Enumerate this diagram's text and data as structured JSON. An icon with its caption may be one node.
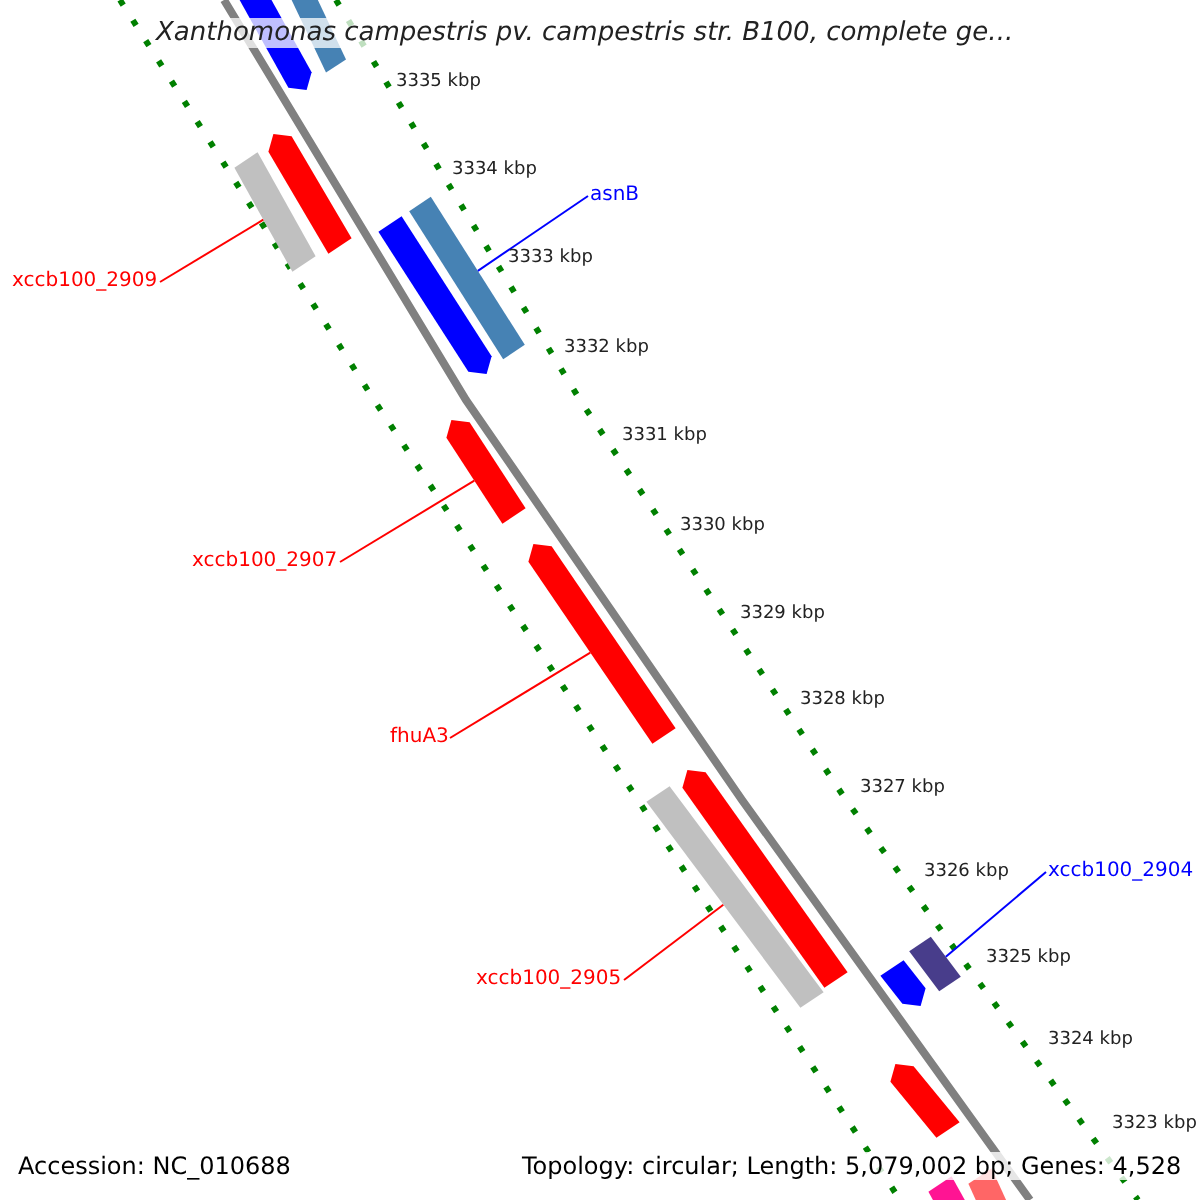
{
  "diagram": {
    "title": "Xanthomonas campestris pv. campestris str. B100, complete ge...",
    "nodes": [
      {
        "text": [
          "asnB"
        ]
      },
      {
        "text": [
          "xccb100_2909"
        ]
      },
      {
        "text": [],
        "shape": "bar"
      },
      {
        "text": [],
        "shape": "bar"
      },
      {
        "text": [
          "xccb100_2907"
        ]
      },
      {
        "text": [],
        "shape": "bar"
      },
      {
        "text": [
          "fhuA3"
        ]
      },
      {
        "text": [],
        "shape": "bar"
      },
      {
        "text": [
          "xccb100_2904"
        ]
      },
      {
        "text": [],
        "shape": "bar"
      },
      {
        "text": [
          "xccb100_2905"
        ]
      },
      {
        "text": [],
        "shape": "bar"
      },
      {
        "text": [],
        "shape": "bar"
      },
      {
        "text": [],
        "shape": "bar"
      },
      {
        "text": [],
        "shape": "bar"
      },
      {
        "text": [],
        "shape": "bar"
      },
      {
        "text": [],
        "shape": "bar"
      },
      {
        "text": [],
        "shape": "bar"
      },
      {
        "text": [],
        "shape": "bar"
      },
      {
        "text": [],
        "shape": "bar"
      },
      {
        "text": [],
        "shape": "bar"
      }
    ],
    "edges": [
      {
        "from": 0,
        "to": 3,
        "arrow": "none",
        "color": "#0000ff"
      },
      {
        "from": 1,
        "to": 2,
        "arrow": "none"
      },
      {
        "from": 4,
        "to": 5,
        "arrow": "none"
      },
      {
        "from": 6,
        "to": 7,
        "arrow": "none"
      },
      {
        "from": 8,
        "to": 9,
        "arrow": "none",
        "color": "#0000ff"
      },
      {
        "from": 10,
        "to": 11,
        "arrow": "none"
      }
    ],
    "labels": [
      "3335 kbp",
      "3334 kbp",
      "3333 kbp",
      "3332 kbp",
      "3331 kbp",
      "3330 kbp",
      "3329 kbp",
      "3328 kbp",
      "3327 kbp",
      "3326 kbp",
      "3325 kbp",
      "3324 kbp",
      "3323 kbp",
      "Accession: NC_010688",
      "Topology: circular; Length: 5,079,002 bp; Genes: 4,528"
    ]
  }
}
